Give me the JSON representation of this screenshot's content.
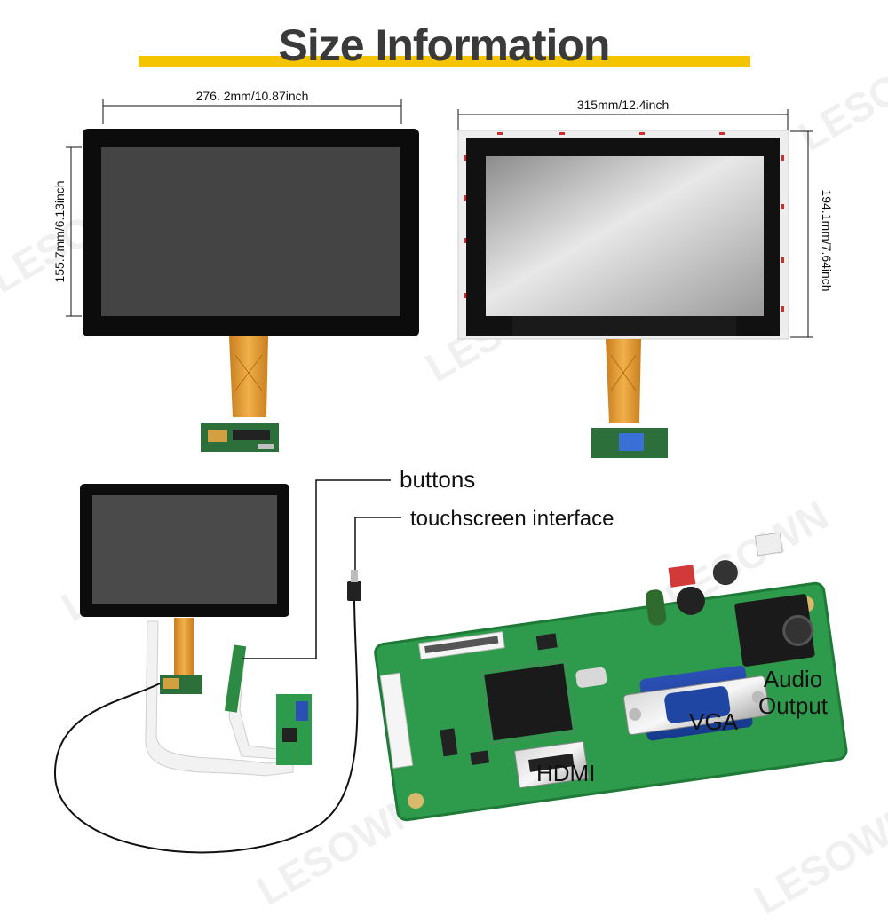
{
  "title": "Size Information",
  "watermark": "LESOWN",
  "dimensions": {
    "front_width": "276. 2mm/10.87inch",
    "front_height": "155.7mm/6.13inch",
    "back_width": "315mm/12.4inch",
    "back_height": "194.1mm/7.64inch"
  },
  "callouts": {
    "buttons": "buttons",
    "touch": "touchscreen interface"
  },
  "ports": {
    "hdmi": "HDMI",
    "vga": "VGA",
    "audio_line1": "Audio",
    "audio_line2": "Output"
  },
  "colors": {
    "accent_bar": "#f5c400",
    "pcb_green": "#2d9a4c",
    "fpc_orange": "#d9912a"
  }
}
